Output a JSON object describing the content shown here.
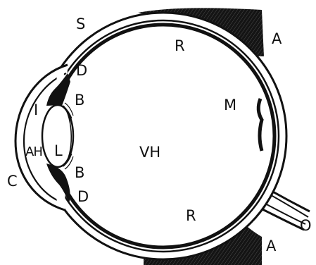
{
  "diagram": {
    "colors": {
      "ink": "#111111",
      "muscle": "#141414",
      "paper": "#ffffff"
    },
    "labels": {
      "sclera": "S",
      "retina_top": "R",
      "retina_bottom": "R",
      "muscle_top": "A",
      "muscle_bottom": "A",
      "ciliary_top": "D",
      "ciliary_bottom": "D",
      "ligament_top": "B",
      "ligament_bottom": "B",
      "iris": "I",
      "lens": "L",
      "aqueous_humor": "AH",
      "cornea": "C",
      "vitreous_humor": "VH",
      "macula": "M",
      "optic_nerve": "O"
    }
  }
}
